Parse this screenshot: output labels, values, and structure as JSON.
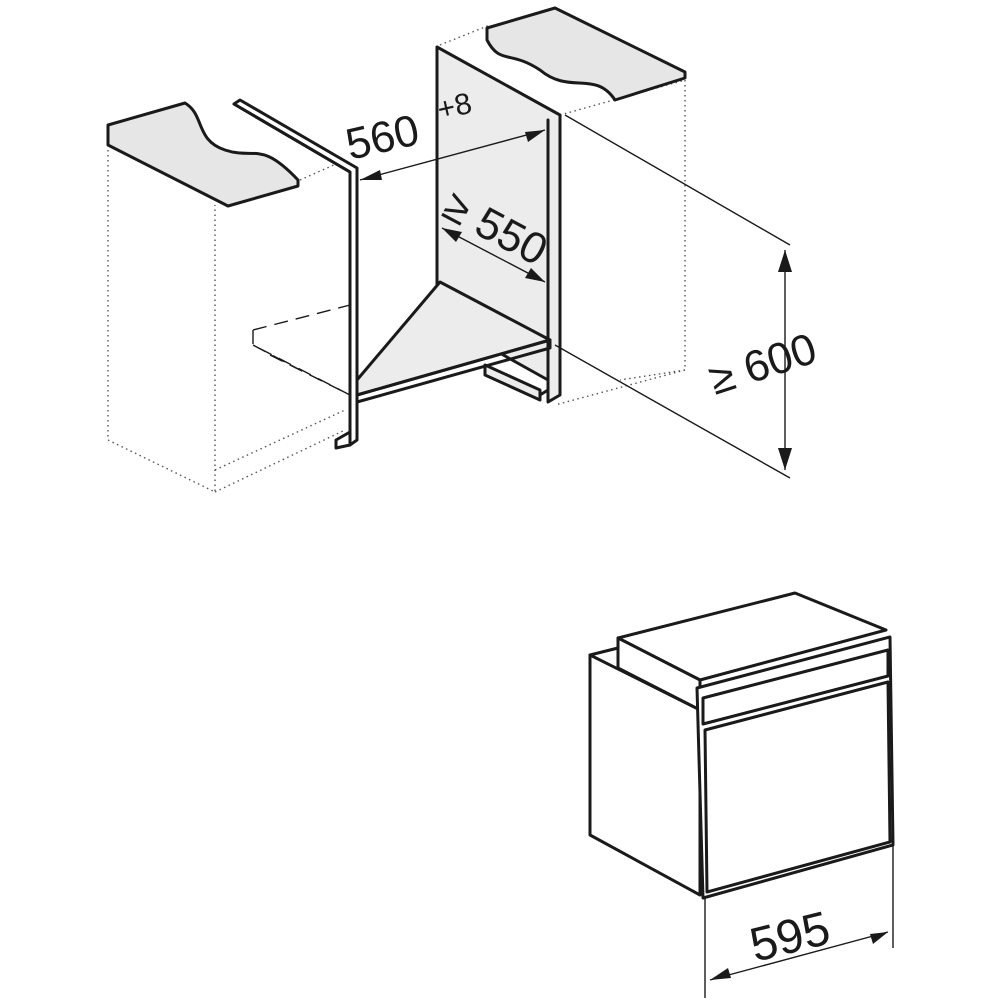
{
  "dimensions": {
    "niche_width_base": "560",
    "niche_width_tolerance": "+8",
    "niche_depth": "≥ 550",
    "niche_height": "≥ 600",
    "appliance_width": "595"
  },
  "colors": {
    "line": "#1a1a1a",
    "panel_fill": "#ececec",
    "counter_fill": "#e6e6e6",
    "background": "#ffffff"
  },
  "icons": [
    "dimension-arrow-icon"
  ]
}
